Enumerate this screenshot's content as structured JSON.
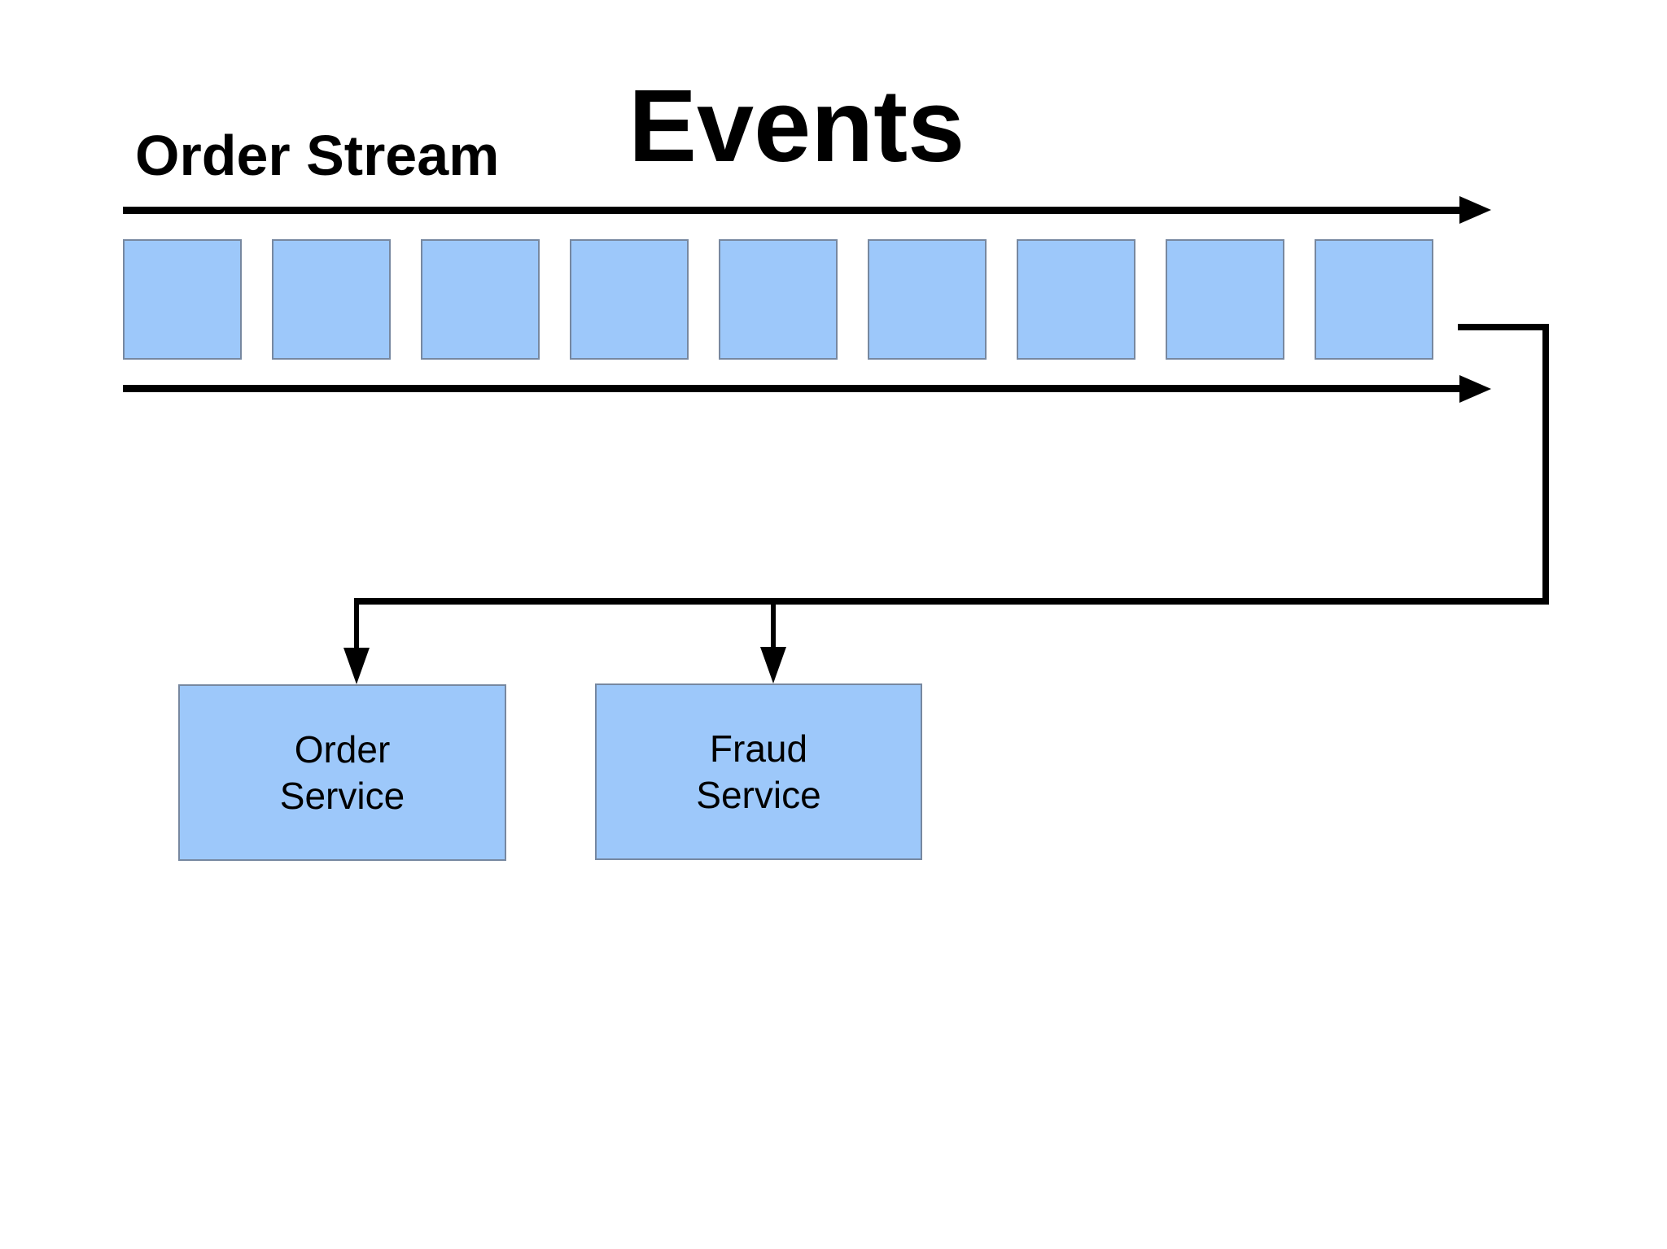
{
  "labels": {
    "stream_title": "Order Stream",
    "events_title": "Events"
  },
  "stream": {
    "event_count": 9,
    "square_fill": "#9dc8fa",
    "square_border": "#7788a0"
  },
  "services": [
    {
      "line1": "Order",
      "line2": "Service"
    },
    {
      "line1": "Fraud",
      "line2": "Service"
    }
  ],
  "colors": {
    "background": "#ffffff",
    "line": "#000000",
    "box_fill": "#9dc8fa",
    "box_border": "#7788a0",
    "text": "#000000"
  }
}
